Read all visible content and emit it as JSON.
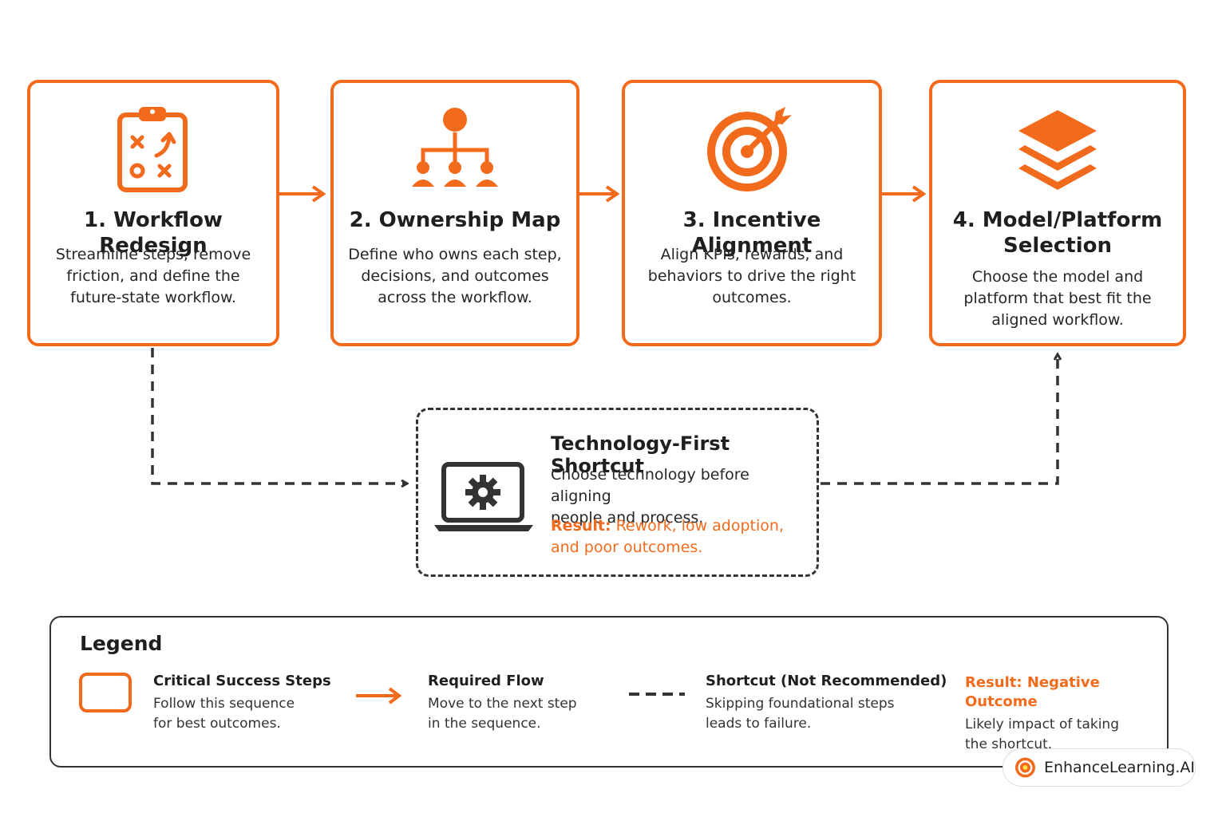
{
  "steps": [
    {
      "title": "1. Workflow Redesign",
      "desc": "Streamline steps, remove\nfriction, and define the\nfuture-state workflow.",
      "icon": "clipboard-strategy-icon"
    },
    {
      "title": "2. Ownership Map",
      "desc": "Define who owns each step,\ndecisions, and outcomes\nacross the workflow.",
      "icon": "org-chart-icon"
    },
    {
      "title": "3. Incentive Alignment",
      "desc": "Align KPIs, rewards, and\nbehaviors to drive the right\noutcomes.",
      "icon": "target-icon"
    },
    {
      "title": "4. Model/Platform\nSelection",
      "desc": "Choose the model and\nplatform that best fit the\naligned workflow.",
      "icon": "layers-icon"
    }
  ],
  "shortcut": {
    "title": "Technology-First Shortcut",
    "desc": "Choose technology before aligning\npeople and process.",
    "result_label": "Result:",
    "result_text": " Rework, low adoption,\nand poor outcomes.",
    "icon": "laptop-gear-icon"
  },
  "legend": {
    "title": "Legend",
    "items": [
      {
        "name": "Critical Success Steps",
        "desc": "Follow this sequence\nfor best outcomes."
      },
      {
        "name": "Required Flow",
        "desc": "Move to the next step\nin the sequence."
      },
      {
        "name": "Shortcut (Not Recommended)",
        "desc": "Skipping foundational steps\nleads to failure."
      },
      {
        "name": "Result: Negative Outcome",
        "desc": "Likely impact of taking\nthe shortcut."
      }
    ]
  },
  "brand": {
    "name": "EnhanceLearning.AI",
    "icon": "brand-logo-icon"
  },
  "colors": {
    "accent": "#f26b1d",
    "dark": "#333333",
    "text": "#1f1f1f"
  }
}
